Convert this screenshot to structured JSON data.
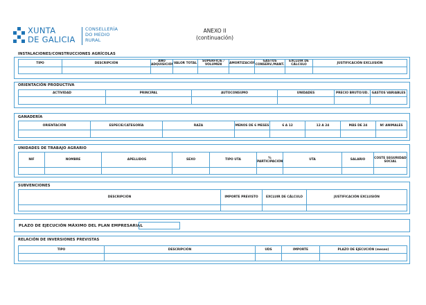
{
  "header": {
    "logo_xunta": "XUNTA",
    "logo_galicia": "DE GALICIA",
    "logo_conselleria_lines": [
      "CONSELLERÍA",
      "DO MEDIO",
      "RURAL"
    ],
    "title": "ANEXO II",
    "subtitle": "(continuación)"
  },
  "sections": {
    "instalaciones": {
      "title": "INSTALACIONES/CONSTRUCCIONES AGRÍCOLAS",
      "columns": [
        "TIPO",
        "DESCRIPCIÓN",
        "AÑO ADQUISICIÓN",
        "VALOR TOTAL",
        "SUPERFICIE / VOLUMEN",
        "AMORTIZACIÓN",
        "GASTOS CONSERV./MANT.",
        "EXCLUIR DE CÁLCULO",
        "JUSTIFICACIÓN EXCLUSIÓN"
      ]
    },
    "orientacion": {
      "title": "ORIENTACIÓN PRODUCTIVA",
      "columns": [
        "ACTIVIDAD",
        "PRINCIPAL",
        "AUTOCONSUMO",
        "UNIDADES",
        "PRECIO BRUTO/UD.",
        "GASTOS VARIABLES"
      ]
    },
    "ganaderia": {
      "title": "GANADERÍA",
      "columns": [
        "ORIENTACIÓN",
        "ESPECIE/CATEGORÍA",
        "RAZA",
        "MENOS DE 6 MESES",
        "6 A 12",
        "12 A 24",
        "MÁS DE 24",
        "Nº ANIMALES"
      ]
    },
    "trabajo": {
      "title": "UNIDADES DE TRABAJO AGRARIO",
      "columns": [
        "NIF",
        "NOMBRE",
        "APELLIDOS",
        "SEXO",
        "TIPO UTA",
        "% PARTICIPACIÓN",
        "UTA",
        "SALARIO",
        "COSTE SEGURIDAD SOCIAL"
      ]
    },
    "subvenciones": {
      "title": "SUBVENCIONES",
      "columns": [
        "DESCRIPCIÓN",
        "IMPORTE PREVISTO",
        "EXCLUIR DE CÁLCULO",
        "JUSTIFICACIÓN EXCLUSIÓN"
      ]
    },
    "plazo": {
      "label": "PLAZO DE EJECUCIÓN MÁXIMO DEL PLAN EMPRESARIAL",
      "value": ""
    },
    "inversiones": {
      "title": "RELACIÓN DE INVERSIONES PREVISTAS",
      "columns": [
        "TIPO",
        "DESCRIPCIÓN",
        "UDS",
        "IMPORTE",
        "PLAZO DE EJECUCIÓN (meses)"
      ]
    }
  },
  "colors": {
    "brand_blue": "#1f74b5",
    "border_blue": "#4fa1d3"
  }
}
